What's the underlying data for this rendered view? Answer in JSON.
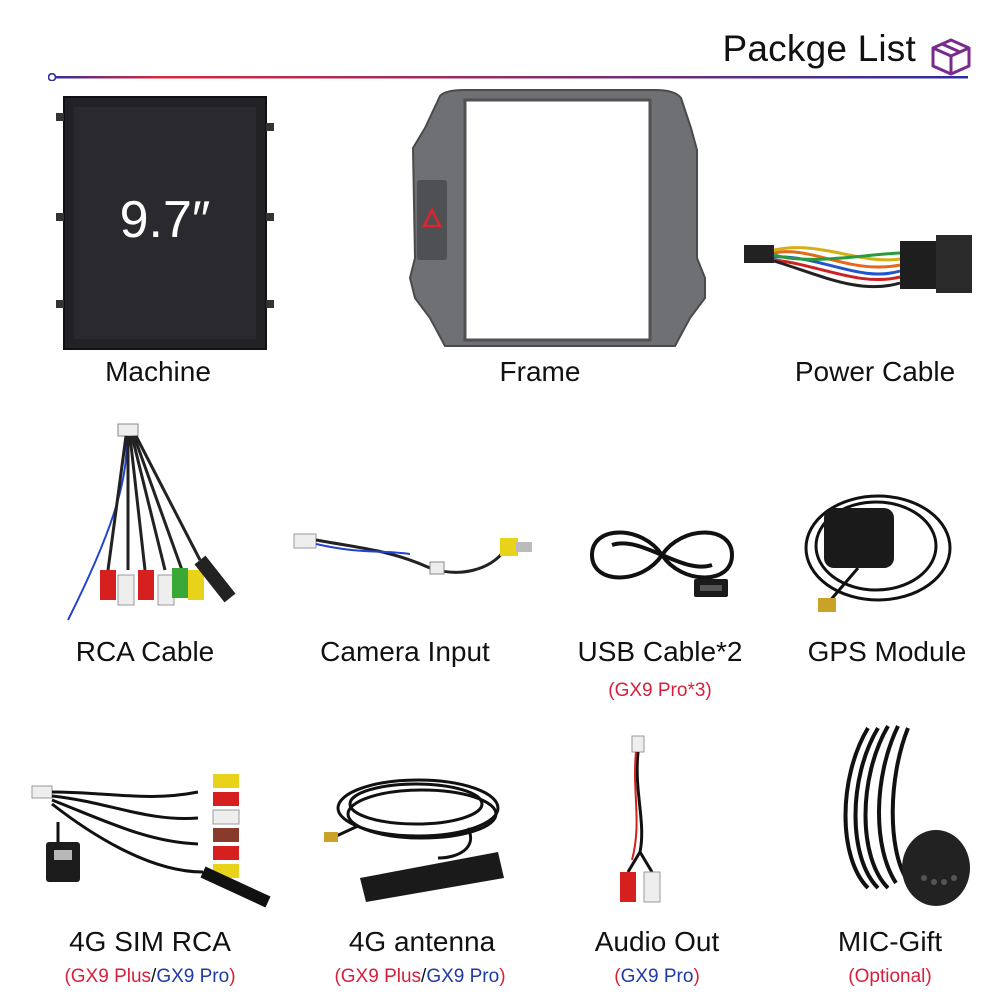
{
  "header": {
    "title": "Packge List",
    "icon": "package-box-icon",
    "accent_colors": [
      "#d62a3d",
      "#2c2f9c"
    ]
  },
  "items": [
    {
      "label": "Machine",
      "screen_text": "9.7″",
      "icon": "tablet-screen-icon"
    },
    {
      "label": "Frame",
      "icon": "dashboard-frame-icon"
    },
    {
      "label": "Power Cable",
      "icon": "power-harness-icon"
    },
    {
      "label": "RCA Cable",
      "icon": "rca-cable-icon"
    },
    {
      "label": "Camera Input",
      "icon": "camera-cable-icon"
    },
    {
      "label": "USB Cable*2",
      "note_red": "(GX9 Pro*3)",
      "icon": "usb-cable-icon"
    },
    {
      "label": "GPS Module",
      "icon": "gps-antenna-icon"
    },
    {
      "label": "4G SIM RCA",
      "note_red_a": "(GX9 Plus",
      "sep": "/",
      "note_blue": "GX9 Pro",
      "note_red_b": ")",
      "icon": "sim-rca-cable-icon"
    },
    {
      "label": "4G antenna",
      "note_red_a": "(GX9 Plus",
      "sep": "/",
      "note_blue": "GX9 Pro",
      "note_red_b": ")",
      "icon": "lte-antenna-icon"
    },
    {
      "label": "Audio Out",
      "note_red_a": "(",
      "note_blue": "GX9 Pro",
      "note_red_b": ")",
      "icon": "audio-out-cable-icon"
    },
    {
      "label": "MIC-Gift",
      "note_red": "(Optional)",
      "icon": "microphone-icon"
    }
  ]
}
